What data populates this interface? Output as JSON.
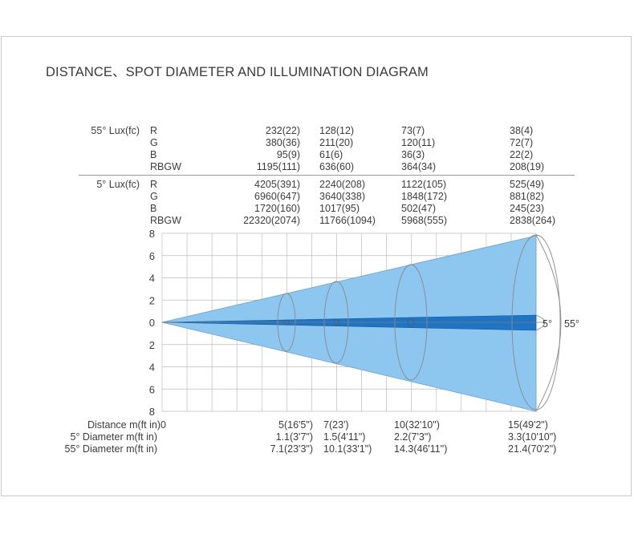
{
  "title": "DISTANCE、SPOT DIAMETER AND ILLUMINATION DIAGRAM",
  "lux_tables": [
    {
      "label": "55° Lux(fc)",
      "rows": [
        {
          "channel": "R",
          "values": [
            "232(22)",
            "128(12)",
            "73(7)",
            "38(4)"
          ]
        },
        {
          "channel": "G",
          "values": [
            "380(36)",
            "211(20)",
            "120(11)",
            "72(7)"
          ]
        },
        {
          "channel": "B",
          "values": [
            "95(9)",
            "61(6)",
            "36(3)",
            "22(2)"
          ]
        },
        {
          "channel": "RBGW",
          "values": [
            "1195(111)",
            "636(60)",
            "364(34)",
            "208(19)"
          ]
        }
      ]
    },
    {
      "label": "5° Lux(fc)",
      "rows": [
        {
          "channel": "R",
          "values": [
            "4205(391)",
            "2240(208)",
            "1122(105)",
            "525(49)"
          ]
        },
        {
          "channel": "G",
          "values": [
            "6960(647)",
            "3640(338)",
            "1848(172)",
            "881(82)"
          ]
        },
        {
          "channel": "B",
          "values": [
            "1720(160)",
            "1017(95)",
            "502(47)",
            "245(23)"
          ]
        },
        {
          "channel": "RBGW",
          "values": [
            "22320(2074)",
            "11766(1094)",
            "5968(555)",
            "2838(264)"
          ]
        }
      ]
    }
  ],
  "y_axis_ticks": [
    "8",
    "6",
    "4",
    "2",
    "0",
    "2",
    "4",
    "6",
    "8"
  ],
  "beam_angle_labels": {
    "narrow": "5°",
    "wide": "55°"
  },
  "bottom_rows": [
    {
      "label": "Distance  m(ft in)",
      "start": "0",
      "values": [
        "5(16'5\")",
        "7(23')",
        "10(32'10\")",
        "15(49'2\")"
      ]
    },
    {
      "label": "5°  Diameter  m(ft in)",
      "values": [
        "1.1(3'7\")",
        "1.5(4'11\")",
        "2.2(7'3\")",
        "3.3(10'10\")"
      ]
    },
    {
      "label": "55°  Diameter  m(ft in)",
      "values": [
        "7.1(23'3\")",
        "10.1(33'1\")",
        "14.3(46'11\")",
        "21.4(70'2\")"
      ]
    }
  ],
  "colors": {
    "wide_beam": "#8dc6ef",
    "narrow_beam": "#1f75c4",
    "grid": "#bdbdbd",
    "outline": "#8a8a8a"
  }
}
